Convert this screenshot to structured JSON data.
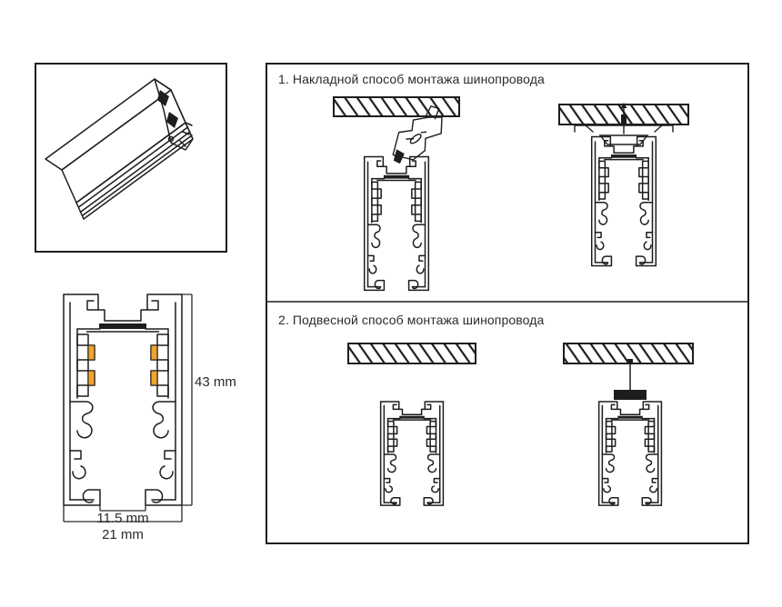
{
  "colors": {
    "background": "#ffffff",
    "line": "#1d1d1b",
    "contact_accent": "#F0A32E",
    "text": "#2b2b2b"
  },
  "left_panel": {
    "cross_section": {
      "height_label": "43 mm",
      "inner_width_label": "11.5 mm",
      "outer_width_label": "21 mm"
    }
  },
  "right_panel": {
    "sections": [
      {
        "title": "1. Накладной способ монтажа шинопровода"
      },
      {
        "title": "2. Подвесной способ монтажа шинопровода"
      }
    ]
  }
}
